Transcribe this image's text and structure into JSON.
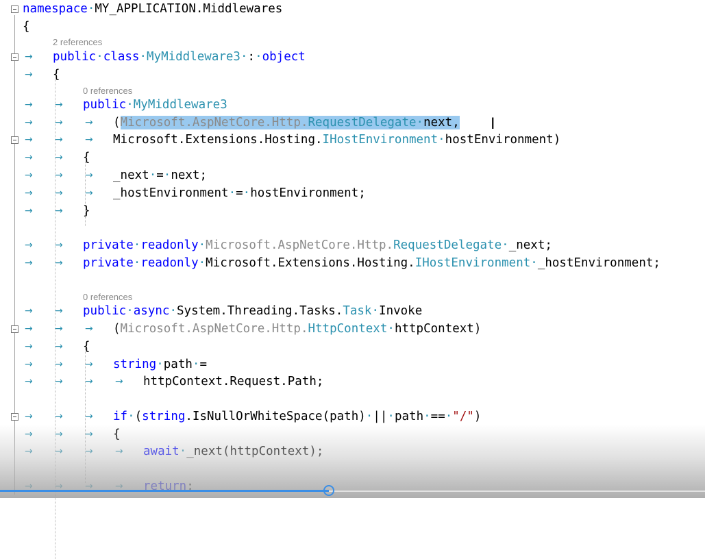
{
  "editor": {
    "lines": [
      {
        "segments": [
          {
            "t": "namespace",
            "c": "kw"
          },
          {
            "t": "·",
            "c": "dot"
          },
          {
            "t": "MY_APPLICATION.Middlewares"
          }
        ]
      },
      {
        "segments": [
          {
            "t": "{"
          }
        ]
      },
      {
        "lens": "2 references"
      },
      {
        "segments": [
          {
            "t": "public",
            "c": "kw"
          },
          {
            "t": "·",
            "c": "dot"
          },
          {
            "t": "class",
            "c": "kw"
          },
          {
            "t": "·",
            "c": "dot"
          },
          {
            "t": "MyMiddleware3",
            "c": "ty"
          },
          {
            "t": "·",
            "c": "dot"
          },
          {
            "t": ":"
          },
          {
            "t": "·",
            "c": "dot"
          },
          {
            "t": "object",
            "c": "kw"
          }
        ]
      },
      {
        "segments": [
          {
            "t": "{"
          }
        ]
      },
      {
        "lens": "0 references"
      },
      {
        "segments": [
          {
            "t": "public",
            "c": "kw"
          },
          {
            "t": "·",
            "c": "dot"
          },
          {
            "t": "MyMiddleware3",
            "c": "ty"
          }
        ]
      },
      {
        "segments": [
          {
            "t": "("
          },
          {
            "t": "Microsoft.AspNetCore.Http.",
            "c": "gr hl"
          },
          {
            "t": "RequestDelegate",
            "c": "ty hl"
          },
          {
            "t": "·",
            "c": "dot hl"
          },
          {
            "t": "next,",
            "c": "hl"
          }
        ]
      },
      {
        "segments": [
          {
            "t": "Microsoft.Extensions.Hosting."
          },
          {
            "t": "IHostEnvironment",
            "c": "ty"
          },
          {
            "t": "·",
            "c": "dot"
          },
          {
            "t": "hostEnvironment)"
          }
        ]
      },
      {
        "segments": [
          {
            "t": "{"
          }
        ]
      },
      {
        "segments": [
          {
            "t": "_next"
          },
          {
            "t": "·",
            "c": "dot"
          },
          {
            "t": "="
          },
          {
            "t": "·",
            "c": "dot"
          },
          {
            "t": "next;"
          }
        ]
      },
      {
        "segments": [
          {
            "t": "_hostEnvironment"
          },
          {
            "t": "·",
            "c": "dot"
          },
          {
            "t": "="
          },
          {
            "t": "·",
            "c": "dot"
          },
          {
            "t": "hostEnvironment;"
          }
        ]
      },
      {
        "segments": [
          {
            "t": "}"
          }
        ]
      },
      {
        "segments": [
          {
            "t": "private",
            "c": "kw"
          },
          {
            "t": "·",
            "c": "dot"
          },
          {
            "t": "readonly",
            "c": "kw"
          },
          {
            "t": "·",
            "c": "dot"
          },
          {
            "t": "Microsoft.AspNetCore.Http.",
            "c": "gr"
          },
          {
            "t": "RequestDelegate",
            "c": "ty"
          },
          {
            "t": "·",
            "c": "dot"
          },
          {
            "t": "_next;"
          }
        ]
      },
      {
        "segments": [
          {
            "t": "private",
            "c": "kw"
          },
          {
            "t": "·",
            "c": "dot"
          },
          {
            "t": "readonly",
            "c": "kw"
          },
          {
            "t": "·",
            "c": "dot"
          },
          {
            "t": "Microsoft.Extensions.Hosting."
          },
          {
            "t": "IHostEnvironment",
            "c": "ty"
          },
          {
            "t": "·",
            "c": "dot"
          },
          {
            "t": "_hostEnvironment;"
          }
        ]
      },
      {
        "lens": "0 references"
      },
      {
        "segments": [
          {
            "t": "public",
            "c": "kw"
          },
          {
            "t": "·",
            "c": "dot"
          },
          {
            "t": "async",
            "c": "kw"
          },
          {
            "t": "·",
            "c": "dot"
          },
          {
            "t": "System.Threading.Tasks."
          },
          {
            "t": "Task",
            "c": "ty"
          },
          {
            "t": "·",
            "c": "dot"
          },
          {
            "t": "Invoke"
          }
        ]
      },
      {
        "segments": [
          {
            "t": "("
          },
          {
            "t": "Microsoft.AspNetCore.Http.",
            "c": "gr"
          },
          {
            "t": "HttpContext",
            "c": "ty"
          },
          {
            "t": "·",
            "c": "dot"
          },
          {
            "t": "httpContext)"
          }
        ]
      },
      {
        "segments": [
          {
            "t": "{"
          }
        ]
      },
      {
        "segments": [
          {
            "t": "string",
            "c": "kw"
          },
          {
            "t": "·",
            "c": "dot"
          },
          {
            "t": "path"
          },
          {
            "t": "·",
            "c": "dot"
          },
          {
            "t": "="
          }
        ]
      },
      {
        "segments": [
          {
            "t": "httpContext.Request.Path;"
          }
        ]
      },
      {
        "segments": [
          {
            "t": "if",
            "c": "kw"
          },
          {
            "t": "·",
            "c": "dot"
          },
          {
            "t": "("
          },
          {
            "t": "string",
            "c": "kw"
          },
          {
            "t": ".IsNullOrWhiteSpace(path)"
          },
          {
            "t": "·",
            "c": "dot"
          },
          {
            "t": "||"
          },
          {
            "t": "·",
            "c": "dot"
          },
          {
            "t": "path"
          },
          {
            "t": "·",
            "c": "dot"
          },
          {
            "t": "=="
          },
          {
            "t": "·",
            "c": "dot"
          },
          {
            "t": "\"/\"",
            "c": "st"
          },
          {
            "t": ")"
          }
        ]
      },
      {
        "segments": [
          {
            "t": "{"
          }
        ]
      },
      {
        "segments": [
          {
            "t": "await",
            "c": "kw"
          },
          {
            "t": "·",
            "c": "dot"
          },
          {
            "t": "_next(httpContext);"
          }
        ]
      },
      {
        "segments": [
          {
            "t": "return",
            "c": "kw"
          },
          {
            "t": ";"
          }
        ]
      }
    ],
    "tab_arrow_glyph": "→",
    "caret_glyph": "I"
  }
}
